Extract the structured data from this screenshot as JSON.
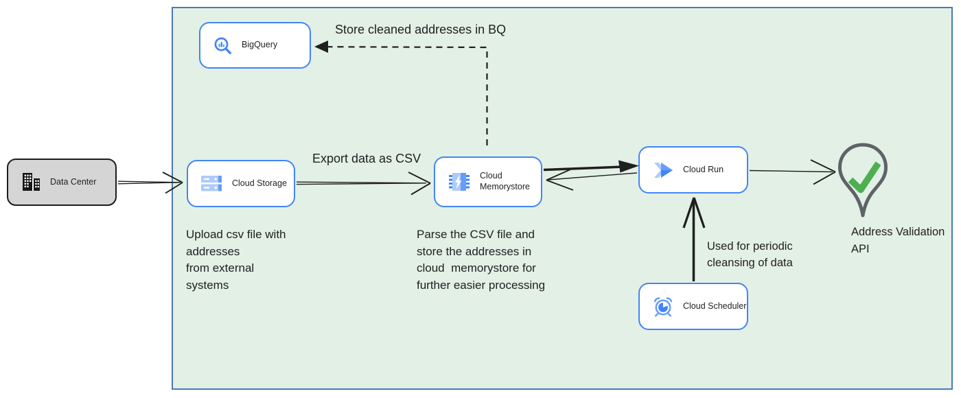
{
  "colors": {
    "accent": "#4285f4",
    "accent-mid": "#669df6",
    "accent-light": "#aecbfa",
    "container-fill": "#e3f0e6",
    "container-border": "#4a7ab2",
    "datacenter-fill": "#d5d5d5",
    "pin-gray": "#5f6368",
    "check-green": "#4caf50",
    "ink": "#1f1f1f"
  },
  "nodes": {
    "data_center": {
      "label": "Data Center"
    },
    "bigquery": {
      "label": "BigQuery"
    },
    "cloud_storage": {
      "label": "Cloud Storage"
    },
    "cloud_memorystore": {
      "label": "Cloud Memorystore"
    },
    "cloud_run": {
      "label": "Cloud Run"
    },
    "cloud_scheduler": {
      "label": "Cloud Scheduler"
    },
    "address_validation_api": {
      "label": "Address Validation API"
    }
  },
  "annotations": {
    "store_cleaned": "Store cleaned addresses in BQ",
    "export_csv": "Export data as CSV",
    "upload_csv": "Upload csv file with\naddresses\nfrom external\nsystems",
    "parse_csv": "Parse the CSV file and\nstore the addresses in\ncloud  memorystore for\nfurther easier processing",
    "periodic_cleansing": "Used for periodic\ncleansing of data"
  }
}
